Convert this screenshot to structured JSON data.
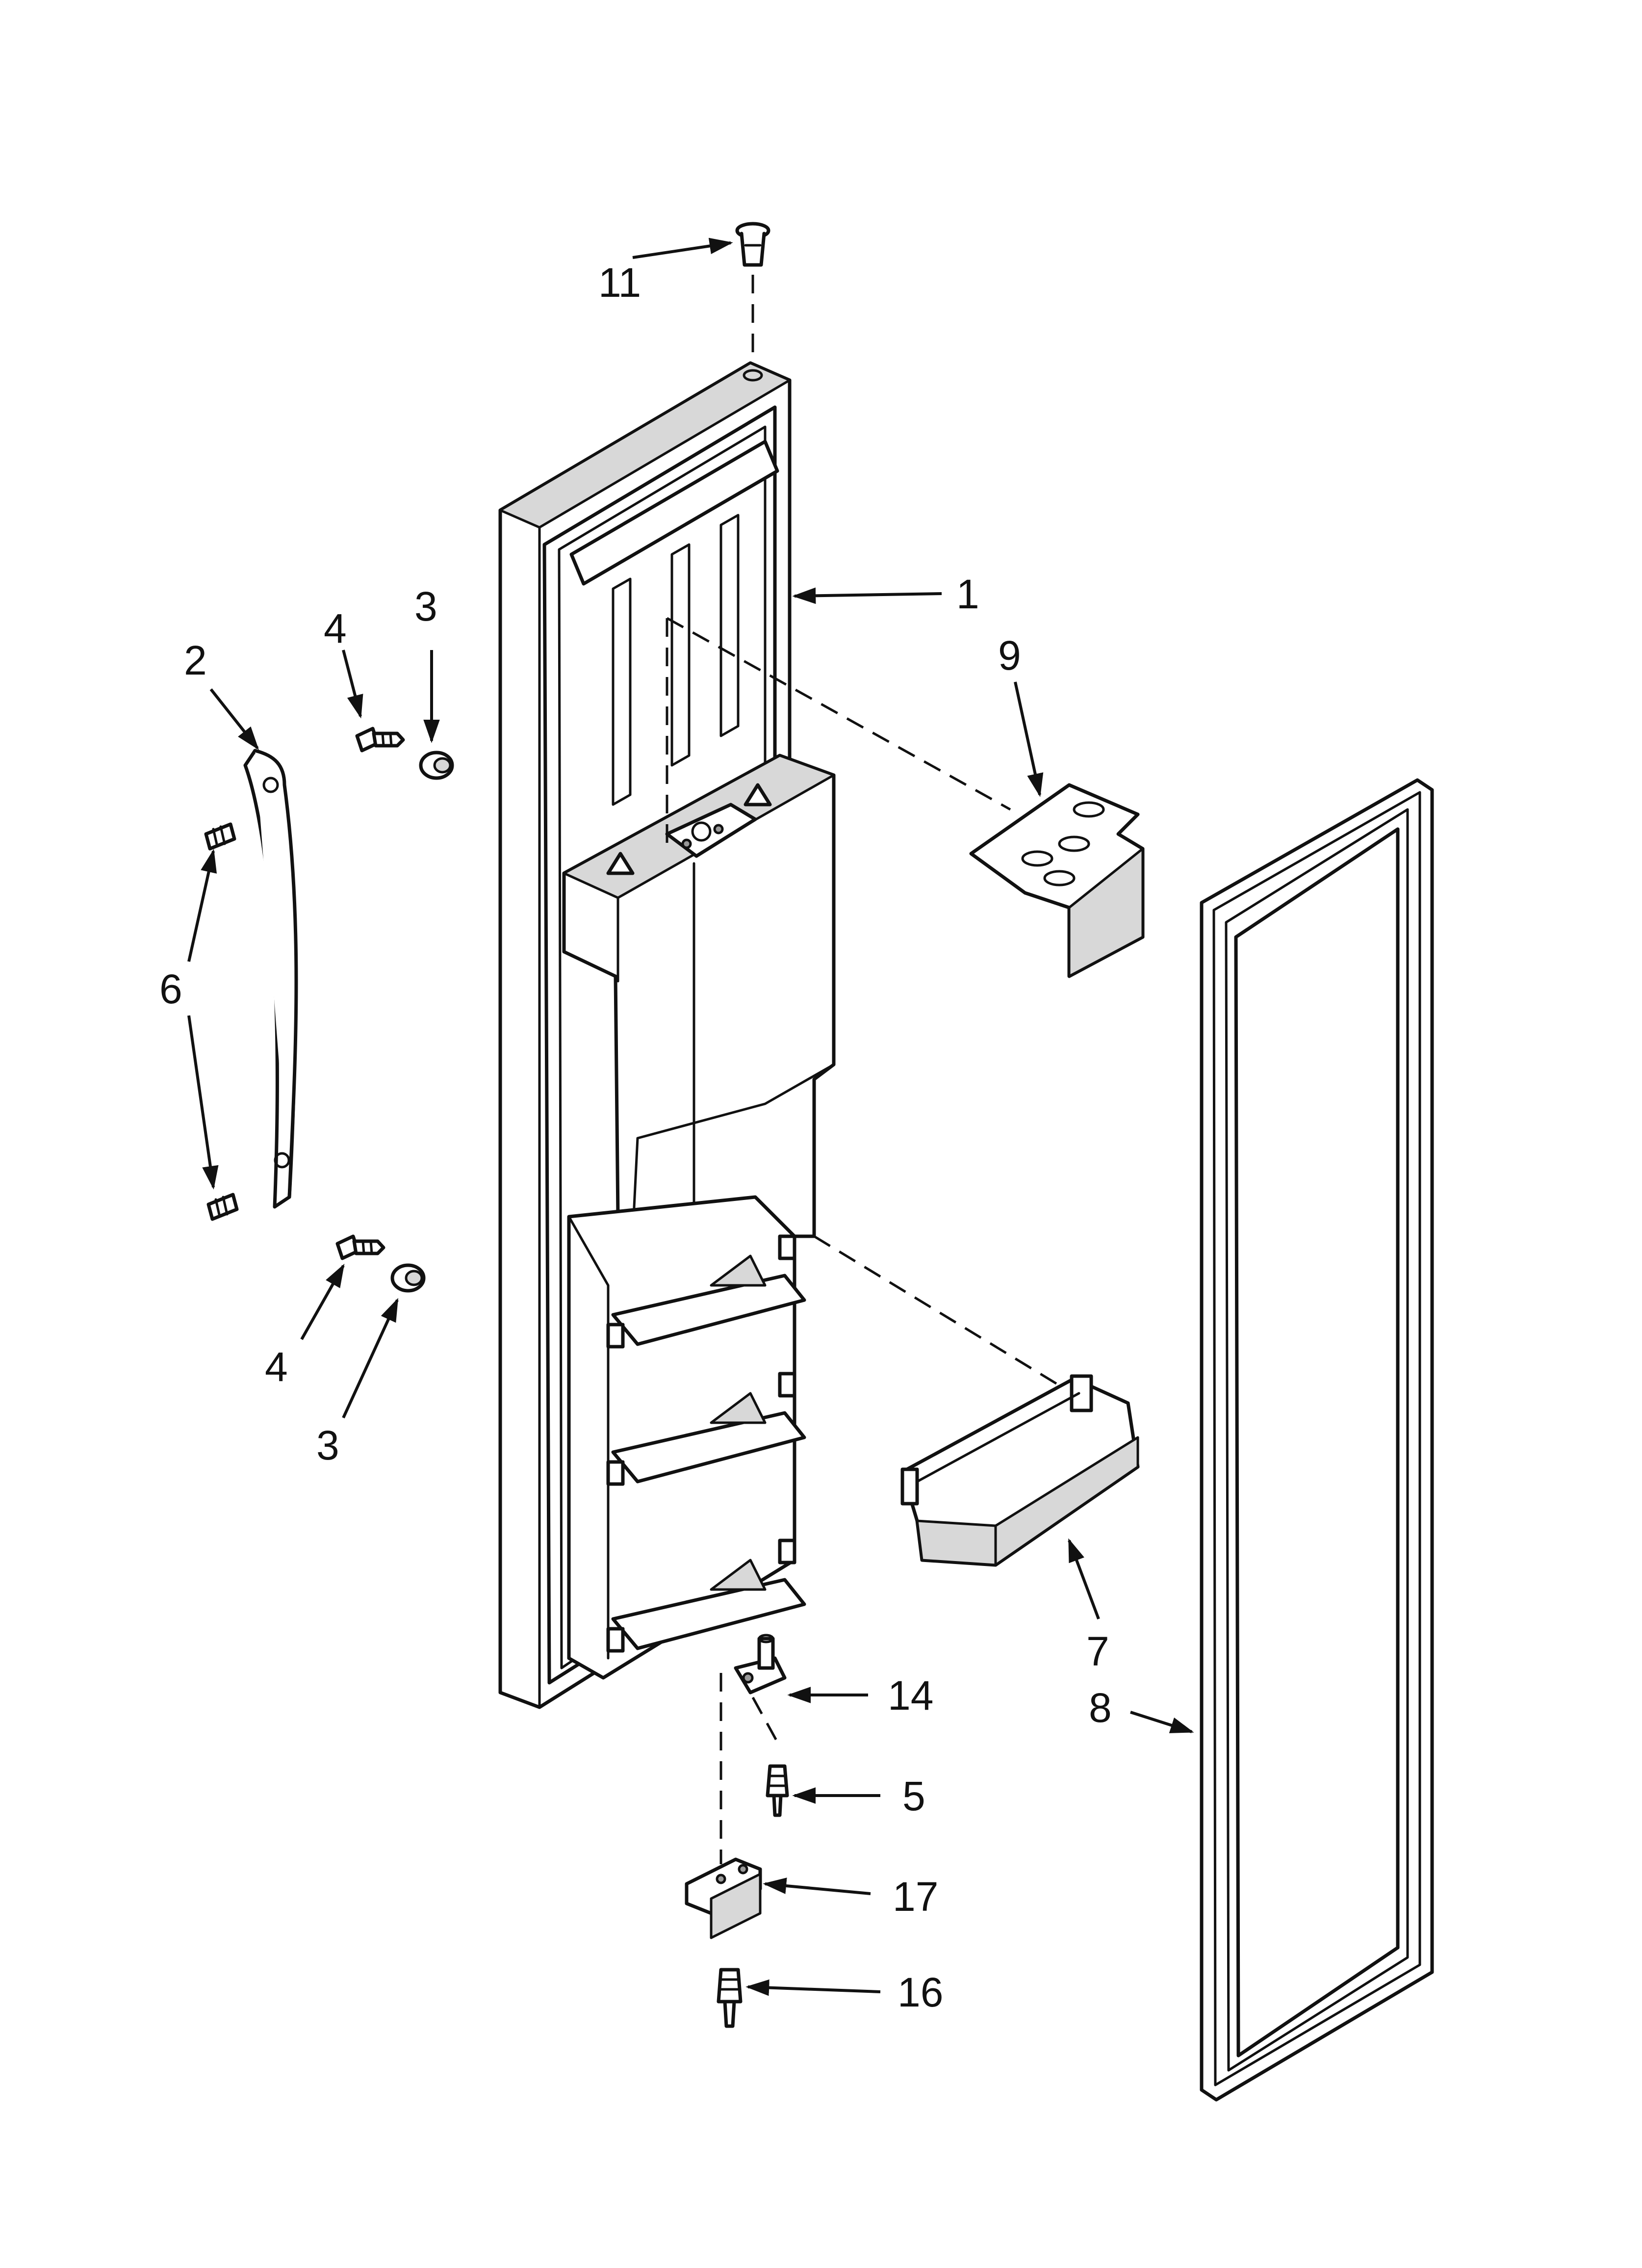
{
  "callouts": [
    {
      "id": "c1",
      "label": "1"
    },
    {
      "id": "c2",
      "label": "2"
    },
    {
      "id": "c3a",
      "label": "3"
    },
    {
      "id": "c3b",
      "label": "3"
    },
    {
      "id": "c4a",
      "label": "4"
    },
    {
      "id": "c4b",
      "label": "4"
    },
    {
      "id": "c5",
      "label": "5"
    },
    {
      "id": "c6",
      "label": "6"
    },
    {
      "id": "c7",
      "label": "7"
    },
    {
      "id": "c8",
      "label": "8"
    },
    {
      "id": "c9",
      "label": "9"
    },
    {
      "id": "c11",
      "label": "11"
    },
    {
      "id": "c14",
      "label": "14"
    },
    {
      "id": "c16",
      "label": "16"
    },
    {
      "id": "c17",
      "label": "17"
    }
  ],
  "colors": {
    "line": "#111111",
    "background": "#ffffff",
    "shade": "#d8d8d8"
  }
}
